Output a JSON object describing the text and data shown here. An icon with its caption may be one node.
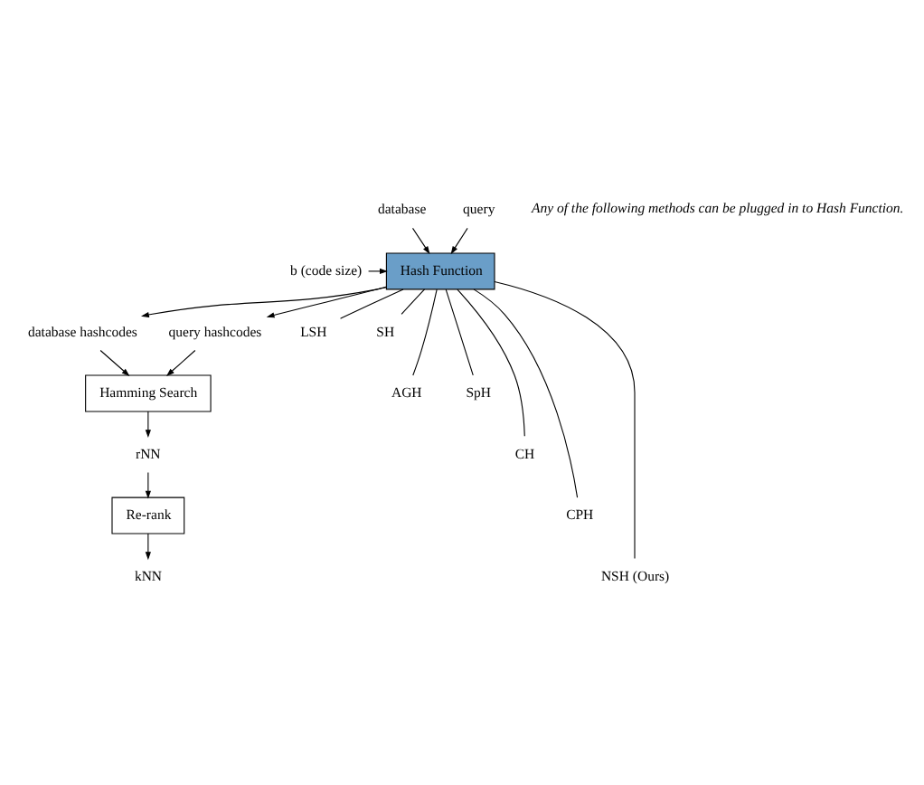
{
  "diagram": {
    "nodes": [
      {
        "text": [
          "database"
        ]
      },
      {
        "text": [
          "query"
        ]
      },
      {
        "text": [
          "b (code size)"
        ]
      },
      {
        "text": [
          "Hash Function"
        ]
      },
      {
        "text": [
          "database hashcodes"
        ]
      },
      {
        "text": [
          "query hashcodes"
        ]
      },
      {
        "text": [
          "Hamming Search"
        ]
      },
      {
        "text": [
          "rNN"
        ]
      },
      {
        "text": [
          "Re-rank"
        ]
      },
      {
        "text": [
          "kNN"
        ]
      },
      {
        "text": [
          "LSH"
        ]
      },
      {
        "text": [
          "SH"
        ]
      },
      {
        "text": [
          "AGH"
        ]
      },
      {
        "text": [
          "SpH"
        ]
      },
      {
        "text": [
          "CH"
        ]
      },
      {
        "text": [
          "CPH"
        ]
      },
      {
        "text": [
          "NSH (Ours)"
        ]
      }
    ],
    "edges": [
      {
        "from": 0,
        "to": 3,
        "arrow": "to"
      },
      {
        "from": 1,
        "to": 3,
        "arrow": "to"
      },
      {
        "from": 2,
        "to": 3,
        "arrow": "to"
      },
      {
        "from": 3,
        "to": 4,
        "arrow": "to"
      },
      {
        "from": 3,
        "to": 5,
        "arrow": "to"
      },
      {
        "from": 4,
        "to": 6,
        "arrow": "to"
      },
      {
        "from": 5,
        "to": 6,
        "arrow": "to"
      },
      {
        "from": 6,
        "to": 7,
        "arrow": "to"
      },
      {
        "from": 7,
        "to": 8,
        "arrow": "to"
      },
      {
        "from": 8,
        "to": 9,
        "arrow": "to"
      },
      {
        "from": 3,
        "to": 10,
        "arrow": "none"
      },
      {
        "from": 3,
        "to": 11,
        "arrow": "none"
      },
      {
        "from": 3,
        "to": 12,
        "arrow": "none"
      },
      {
        "from": 3,
        "to": 13,
        "arrow": "none"
      },
      {
        "from": 3,
        "to": 14,
        "arrow": "none"
      },
      {
        "from": 3,
        "to": 15,
        "arrow": "none"
      },
      {
        "from": 3,
        "to": 16,
        "arrow": "none"
      }
    ],
    "labels": [
      "Any of the following methods can be plugged in to Hash Function."
    ]
  }
}
